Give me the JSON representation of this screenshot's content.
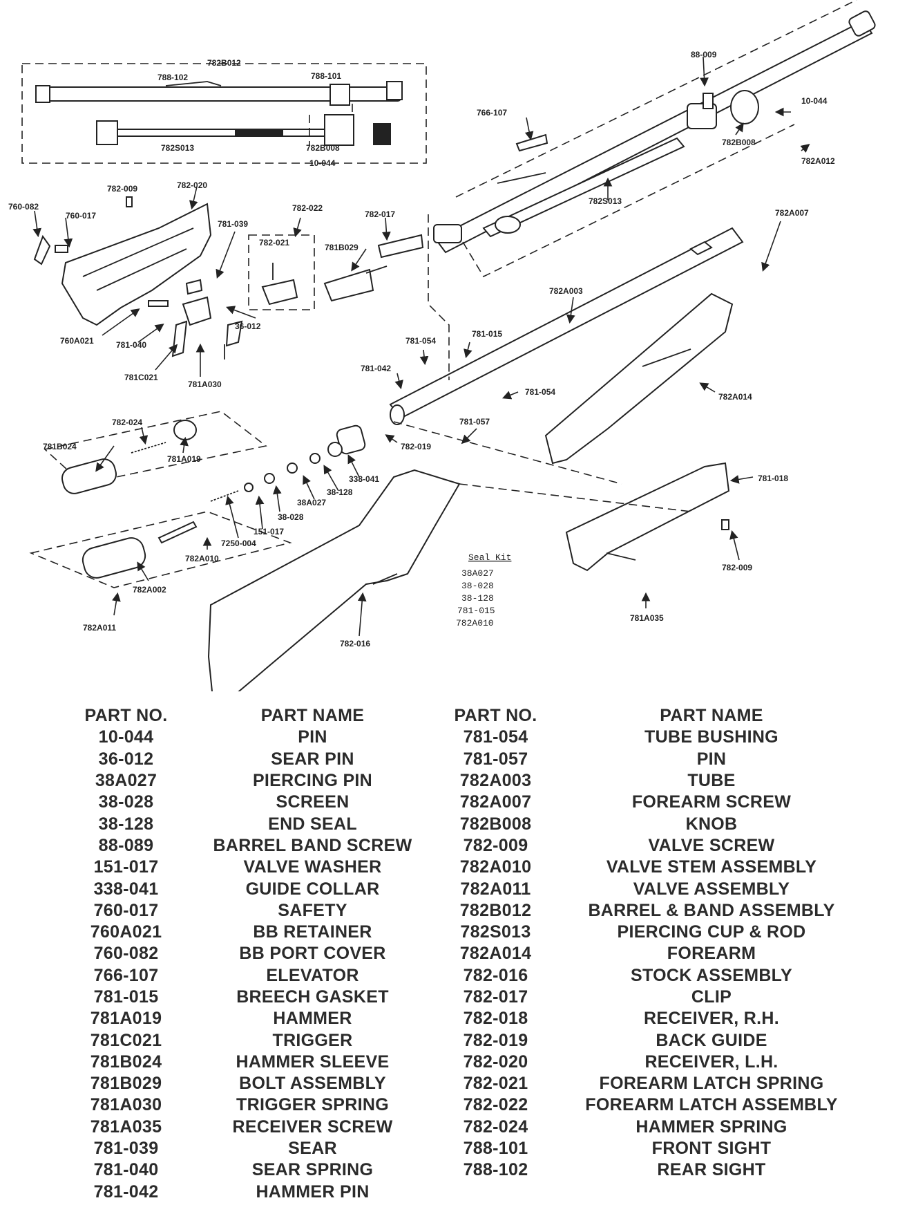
{
  "callouts": {
    "c782B012": "782B012",
    "c788_102": "788-102",
    "c788_101": "788-101",
    "c782S013_inset": "782S013",
    "c782B008_inset": "782B008",
    "c10_044_inset": "10-044",
    "c88_009": "88-009",
    "c10_044": "10-044",
    "c782B008": "782B008",
    "c782A012": "782A012",
    "c766_107": "766-107",
    "c782S013": "782S013",
    "c782A007": "782A007",
    "c782_009_top": "782-009",
    "c782_020": "782-020",
    "c760_082": "760-082",
    "c760_017": "760-017",
    "c781_039": "781-039",
    "c782_022": "782-022",
    "c782_021": "782-021",
    "c781B029": "781B029",
    "c782_017": "782-017",
    "c782A003": "782A003",
    "c36_012": "36-012",
    "c760A021": "760A021",
    "c781_040": "781-040",
    "c781C021": "781C021",
    "c781A030": "781A030",
    "c781_054_a": "781-054",
    "c781_015": "781-015",
    "c781_042": "781-042",
    "c781_054_b": "781-054",
    "c782A014": "782A014",
    "c781_057": "781-057",
    "c782_019": "782-019",
    "c782_024": "782-024",
    "c781B024": "781B024",
    "c781A019": "781A019",
    "c338_041": "338-041",
    "c38_128": "38-128",
    "c38A027": "38A027",
    "c38_028": "38-028",
    "c151_017": "151-017",
    "c7250_004": "7250-004",
    "c782A010": "782A010",
    "c782A002": "782A002",
    "c782A011": "782A011",
    "c782_016": "782-016",
    "c781_018": "781-018",
    "c782_009_bot": "782-009",
    "c781A035": "781A035"
  },
  "seal_kit": {
    "title": "Seal Kit",
    "items": [
      "38A027",
      "38-028",
      "38-128",
      "781-015",
      "782A010"
    ]
  },
  "table": {
    "header_no": "PART NO.",
    "header_name": "PART NAME",
    "left": [
      {
        "no": "10-044",
        "name": "PIN"
      },
      {
        "no": "36-012",
        "name": "SEAR PIN"
      },
      {
        "no": "38A027",
        "name": "PIERCING PIN"
      },
      {
        "no": "38-028",
        "name": "SCREEN"
      },
      {
        "no": "38-128",
        "name": "END SEAL"
      },
      {
        "no": "88-089",
        "name": "BARREL BAND SCREW"
      },
      {
        "no": "151-017",
        "name": "VALVE WASHER"
      },
      {
        "no": "338-041",
        "name": "GUIDE COLLAR"
      },
      {
        "no": "760-017",
        "name": "SAFETY"
      },
      {
        "no": "760A021",
        "name": "BB RETAINER"
      },
      {
        "no": "760-082",
        "name": "BB PORT COVER"
      },
      {
        "no": "766-107",
        "name": "ELEVATOR"
      },
      {
        "no": "781-015",
        "name": "BREECH GASKET"
      },
      {
        "no": "781A019",
        "name": "HAMMER"
      },
      {
        "no": "781C021",
        "name": "TRIGGER"
      },
      {
        "no": "781B024",
        "name": "HAMMER SLEEVE"
      },
      {
        "no": "781B029",
        "name": "BOLT ASSEMBLY"
      },
      {
        "no": "781A030",
        "name": "TRIGGER SPRING"
      },
      {
        "no": "781A035",
        "name": "RECEIVER SCREW"
      },
      {
        "no": "781-039",
        "name": "SEAR"
      },
      {
        "no": "781-040",
        "name": "SEAR SPRING"
      },
      {
        "no": "781-042",
        "name": "HAMMER PIN"
      }
    ],
    "right": [
      {
        "no": "781-054",
        "name": "TUBE BUSHING"
      },
      {
        "no": "781-057",
        "name": "PIN"
      },
      {
        "no": "782A003",
        "name": "TUBE"
      },
      {
        "no": "782A007",
        "name": "FOREARM SCREW"
      },
      {
        "no": "782B008",
        "name": "KNOB"
      },
      {
        "no": "782-009",
        "name": "VALVE SCREW"
      },
      {
        "no": "782A010",
        "name": "VALVE STEM ASSEMBLY"
      },
      {
        "no": "782A011",
        "name": "VALVE ASSEMBLY"
      },
      {
        "no": "782B012",
        "name": "BARREL & BAND ASSEMBLY"
      },
      {
        "no": "782S013",
        "name": "PIERCING CUP & ROD"
      },
      {
        "no": "782A014",
        "name": "FOREARM"
      },
      {
        "no": "782-016",
        "name": "STOCK ASSEMBLY"
      },
      {
        "no": "782-017",
        "name": "CLIP"
      },
      {
        "no": "782-018",
        "name": "RECEIVER, R.H."
      },
      {
        "no": "782-019",
        "name": "BACK GUIDE"
      },
      {
        "no": "782-020",
        "name": "RECEIVER, L.H."
      },
      {
        "no": "782-021",
        "name": "FOREARM LATCH SPRING"
      },
      {
        "no": "782-022",
        "name": "FOREARM LATCH ASSEMBLY"
      },
      {
        "no": "782-024",
        "name": "HAMMER SPRING"
      },
      {
        "no": "788-101",
        "name": "FRONT SIGHT"
      },
      {
        "no": "788-102",
        "name": "REAR SIGHT"
      }
    ]
  }
}
